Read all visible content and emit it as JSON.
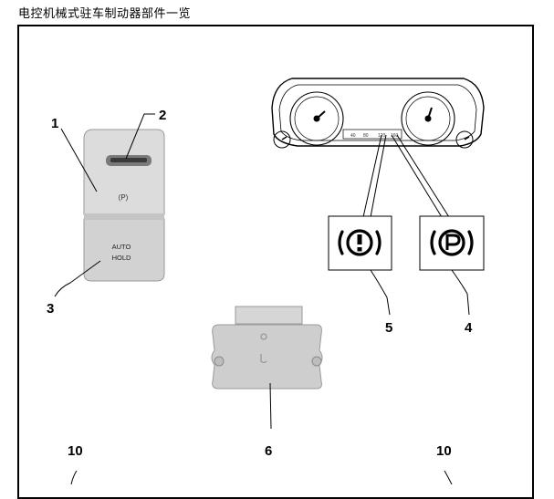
{
  "header": {
    "title": "电控机械式驻车制动器部件一览"
  },
  "switch": {
    "auto_line1": "AUTO",
    "auto_line2": "HOLD"
  },
  "cluster": {
    "scale_labels": [
      "40",
      "80",
      "120",
      "160"
    ]
  },
  "callouts": {
    "c1": "1",
    "c2": "2",
    "c3": "3",
    "c4": "4",
    "c5": "5",
    "c6": "6",
    "c10a": "10",
    "c10b": "10"
  },
  "indicators": {
    "brake_icon": "brake-warning-icon",
    "park_icon": "parking-brake-icon"
  },
  "colors": {
    "switch_fill": "#d9d9d9",
    "line": "#000000",
    "module_fill": "#cfcfcf"
  }
}
